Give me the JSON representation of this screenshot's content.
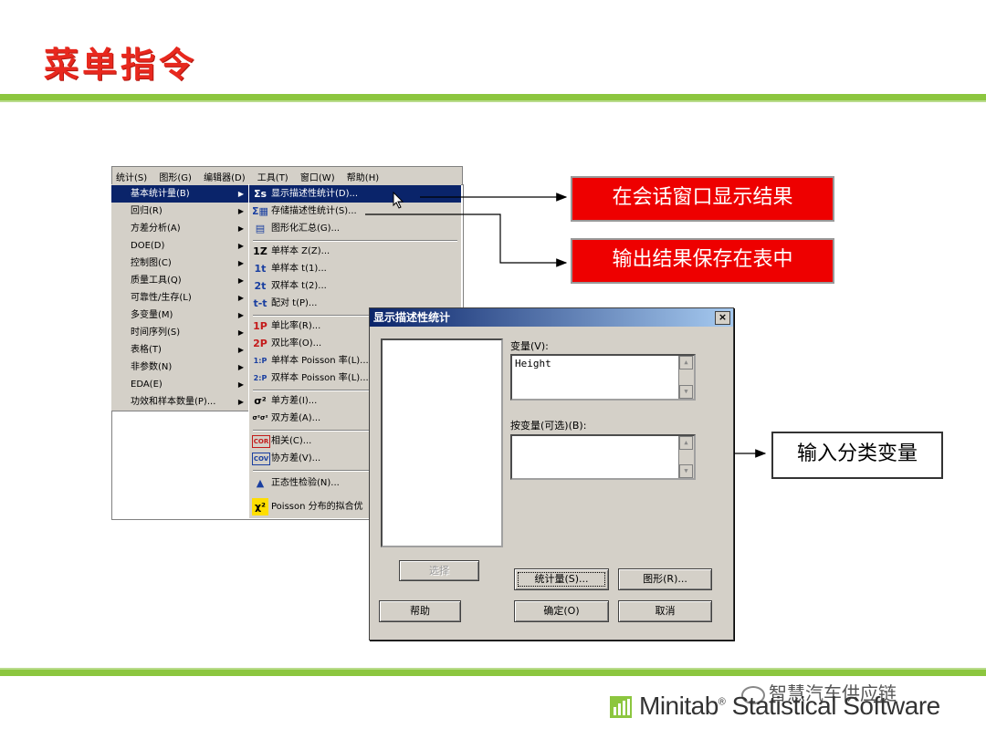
{
  "slide": {
    "title": "菜单指令"
  },
  "menubar": {
    "items": [
      "统计(S)",
      "图形(G)",
      "编辑器(D)",
      "工具(T)",
      "窗口(W)",
      "帮助(H)"
    ]
  },
  "stat_menu": {
    "items": [
      "基本统计量(B)",
      "回归(R)",
      "方差分析(A)",
      "DOE(D)",
      "控制图(C)",
      "质量工具(Q)",
      "可靠性/生存(L)",
      "多变量(M)",
      "时间序列(S)",
      "表格(T)",
      "非参数(N)",
      "EDA(E)",
      "功效和样本数量(P)..."
    ]
  },
  "basic_stats_menu": {
    "items": [
      {
        "icon": "Σs",
        "label": "显示描述性统计(D)..."
      },
      {
        "icon": "Σ▦",
        "label": "存储描述性统计(S)..."
      },
      {
        "icon": "▤",
        "label": "图形化汇总(G)..."
      },
      {
        "icon": "1Z",
        "label": "单样本 Z(Z)..."
      },
      {
        "icon": "1t",
        "label": "单样本 t(1)..."
      },
      {
        "icon": "2t",
        "label": "双样本 t(2)..."
      },
      {
        "icon": "t-t",
        "label": "配对 t(P)..."
      },
      {
        "icon": "1P",
        "label": "单比率(R)..."
      },
      {
        "icon": "2P",
        "label": "双比率(O)..."
      },
      {
        "icon": "1:P",
        "label": "单样本 Poisson 率(L)..."
      },
      {
        "icon": "2:P",
        "label": "双样本 Poisson 率(L)..."
      },
      {
        "icon": "σ²",
        "label": "单方差(I)..."
      },
      {
        "icon": "σ²σ²",
        "label": "双方差(A)..."
      },
      {
        "icon": "COR",
        "label": "相关(C)..."
      },
      {
        "icon": "COV",
        "label": "协方差(V)..."
      },
      {
        "icon": "▲",
        "label": "正态性检验(N)..."
      },
      {
        "icon": "χ²",
        "label": "Poisson 分布的拟合优"
      }
    ]
  },
  "dialog": {
    "title": "显示描述性统计",
    "close_label": "×",
    "variables_label": "变量(V):",
    "variables_value": "Height",
    "by_label": "按变量(可选)(B):",
    "by_value": "",
    "select_button": "选择",
    "help_button": "帮助",
    "stats_button": "统计量(S)...",
    "graphs_button": "图形(R)...",
    "ok_button": "确定(O)",
    "cancel_button": "取消"
  },
  "callouts": {
    "display": "在会话窗口显示结果",
    "store": "输出结果保存在表中",
    "by_var": "输入分类变量"
  },
  "footer": {
    "brand": "Minitab",
    "reg": "®",
    "product": " Statistical Software",
    "watermark": "智慧汽车供应链"
  },
  "colors": {
    "title_red": "#e8281e",
    "rule_green": "#8cc63f",
    "callout_red": "#ee0000",
    "menu_highlight": "#0a246a",
    "win_gray": "#d4d0c8"
  }
}
